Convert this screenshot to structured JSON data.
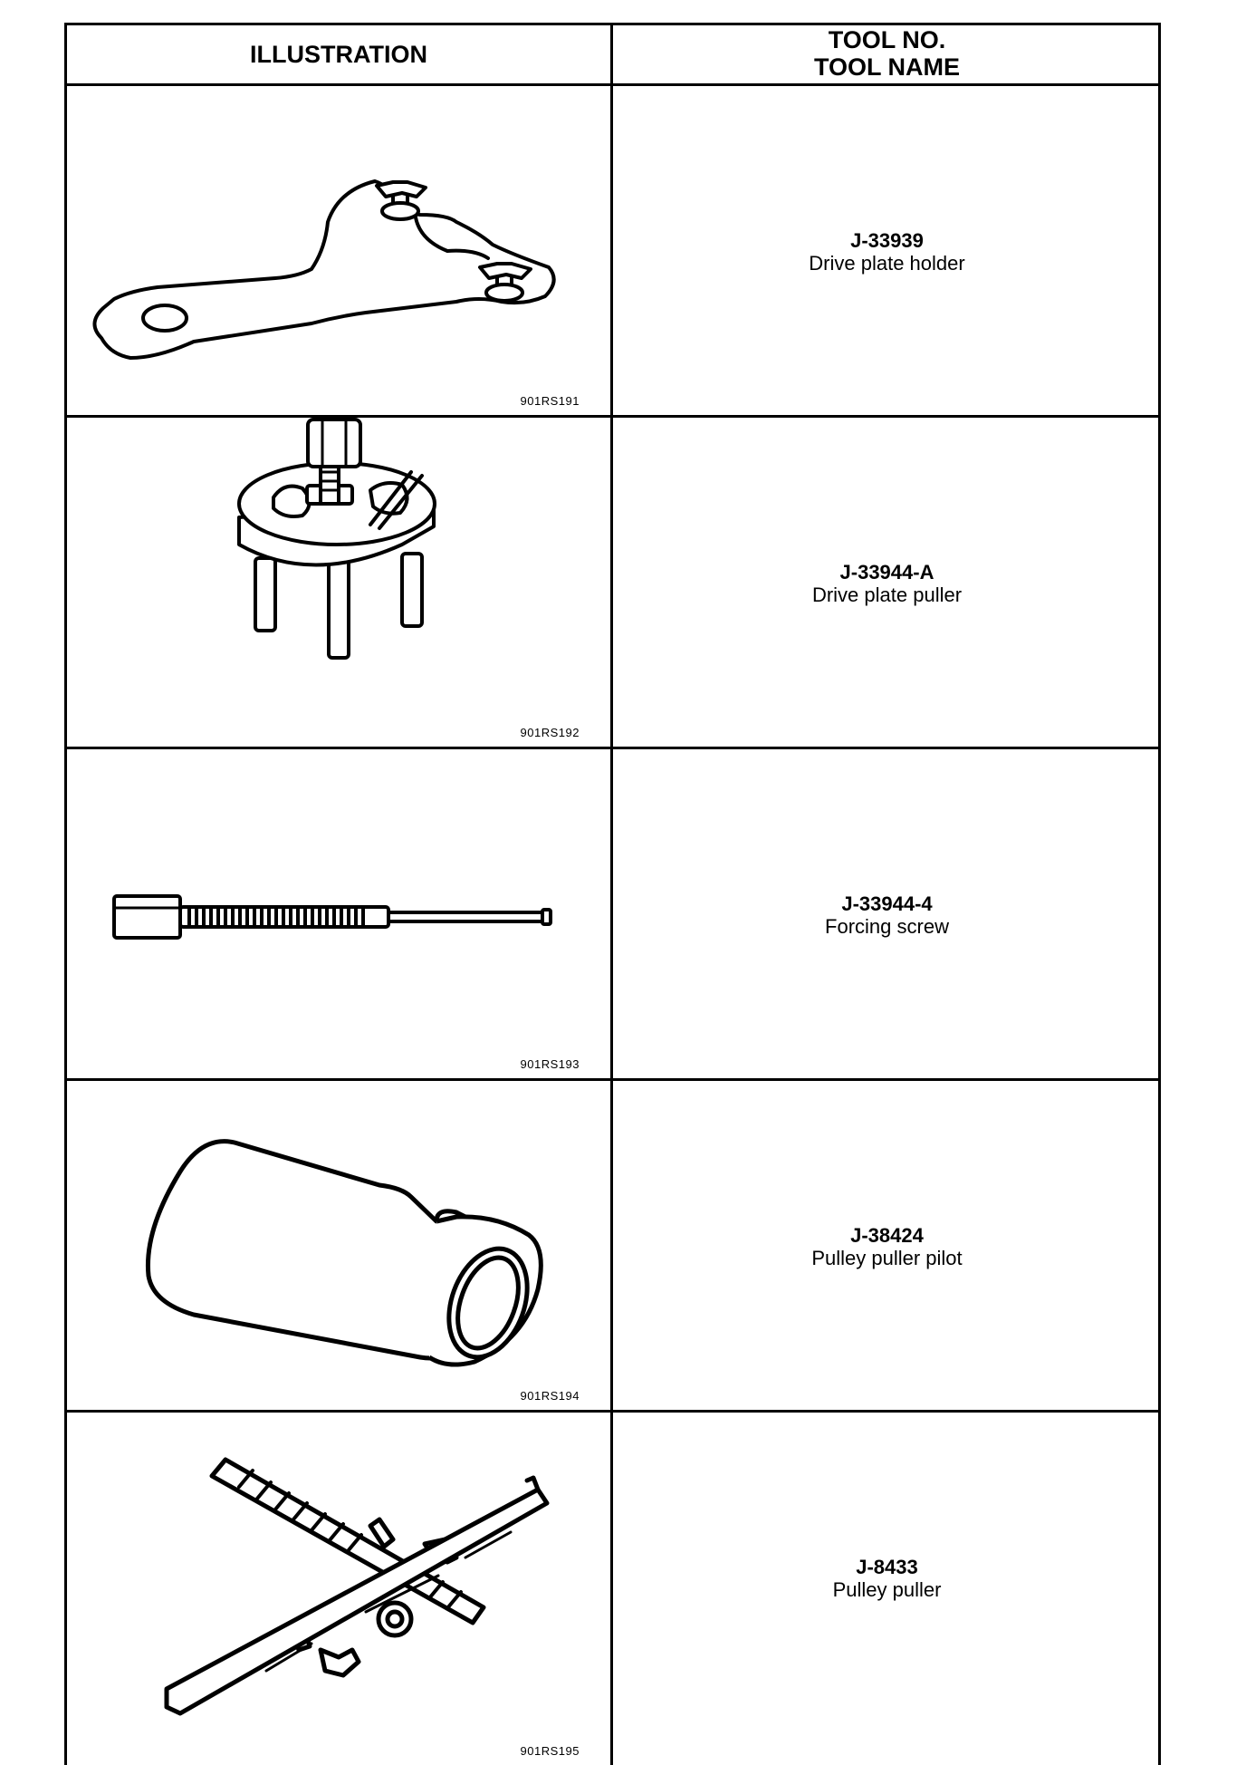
{
  "header": {
    "illustration": "ILLUSTRATION",
    "tool_no": "TOOL NO.",
    "tool_name": "TOOL NAME"
  },
  "tools": [
    {
      "number": "J-33939",
      "name": "Drive plate holder",
      "ref": "901RS191",
      "icon": "drive-plate-holder-icon"
    },
    {
      "number": "J-33944-A",
      "name": "Drive plate puller",
      "ref": "901RS192",
      "icon": "drive-plate-puller-icon"
    },
    {
      "number": "J-33944-4",
      "name": "Forcing screw",
      "ref": "901RS193",
      "icon": "forcing-screw-icon"
    },
    {
      "number": "J-38424",
      "name": "Pulley puller pilot",
      "ref": "901RS194",
      "icon": "pulley-puller-pilot-icon"
    },
    {
      "number": "J-8433",
      "name": "Pulley puller",
      "ref": "901RS195",
      "icon": "pulley-puller-icon"
    }
  ]
}
